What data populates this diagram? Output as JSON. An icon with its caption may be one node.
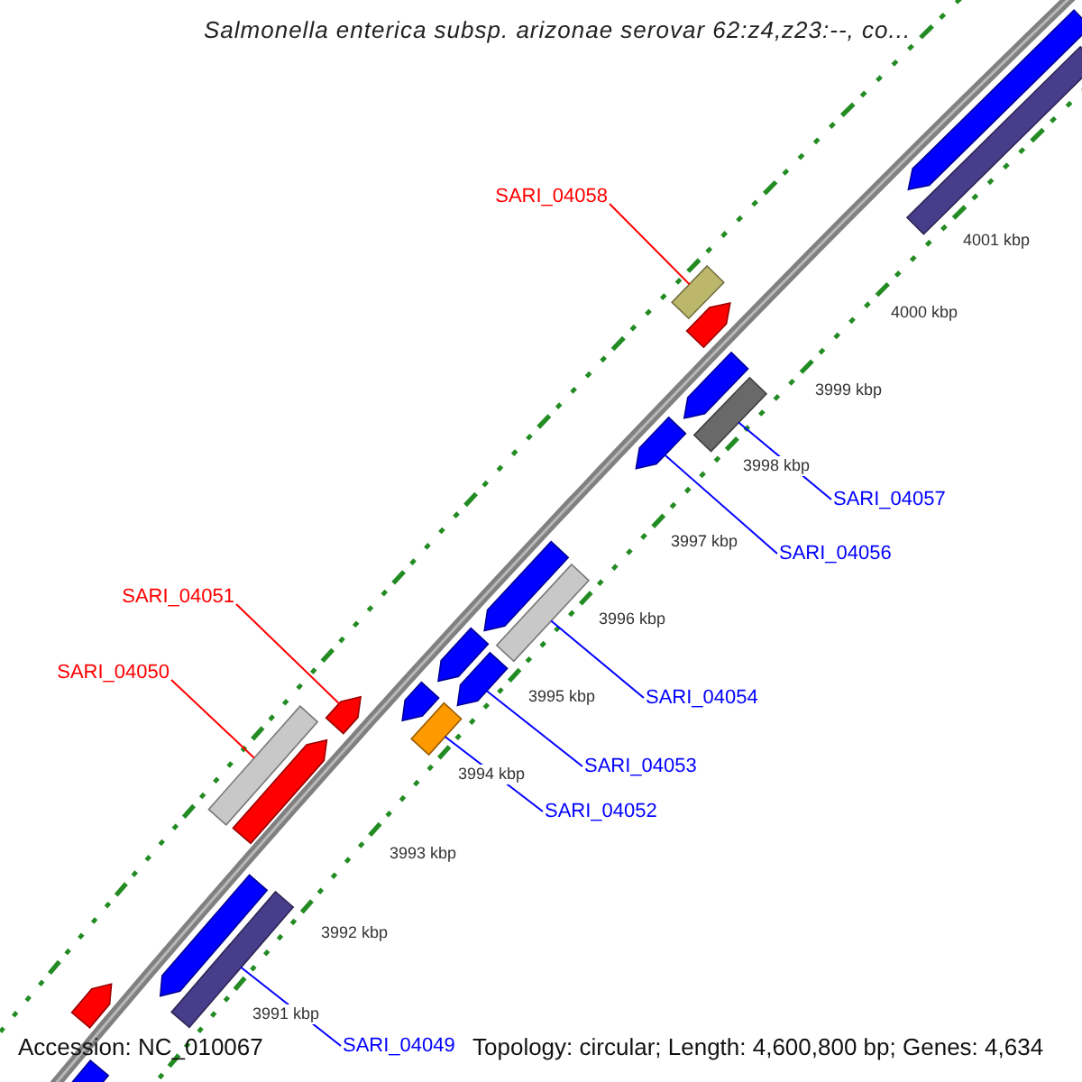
{
  "diagram": {
    "title": "Salmonella enterica subsp. arizonae serovar 62:z4,z23:--, co...",
    "nodes": [
      {
        "text": [
          "SARI_04058"
        ]
      },
      {
        "text": [
          "SARI_04057"
        ]
      },
      {
        "text": [
          "SARI_04056"
        ]
      },
      {
        "text": [
          "SARI_04051"
        ]
      },
      {
        "text": [
          "SARI_04050"
        ]
      },
      {
        "text": [
          "SARI_04054"
        ]
      },
      {
        "text": [
          "SARI_04053"
        ]
      },
      {
        "text": [
          "SARI_04052"
        ]
      },
      {
        "text": [
          "SARI_04049"
        ]
      },
      {
        "text": [],
        "shape": "arrow"
      },
      {
        "text": [],
        "shape": "box"
      },
      {
        "text": [],
        "shape": "box"
      },
      {
        "text": [],
        "shape": "arrow"
      },
      {
        "text": [],
        "shape": "arrow"
      },
      {
        "text": [],
        "shape": "box"
      },
      {
        "text": [],
        "shape": "arrow"
      },
      {
        "text": [],
        "shape": "arrow"
      },
      {
        "text": [],
        "shape": "box"
      },
      {
        "text": [],
        "shape": "arrow"
      },
      {
        "text": [],
        "shape": "arrow"
      },
      {
        "text": [],
        "shape": "arrow"
      },
      {
        "text": [],
        "shape": "arrow"
      },
      {
        "text": [],
        "shape": "box"
      },
      {
        "text": [],
        "shape": "box"
      },
      {
        "text": [],
        "shape": "arrow"
      },
      {
        "text": [],
        "shape": "arrow"
      },
      {
        "text": [],
        "shape": "box"
      },
      {
        "text": [],
        "shape": "arrow"
      },
      {
        "text": [],
        "shape": "arrow"
      }
    ],
    "edges": [
      {
        "from": 0,
        "to": 11,
        "arrow": "none",
        "color": "#ff0000"
      },
      {
        "from": 1,
        "to": 14,
        "arrow": "none"
      },
      {
        "from": 2,
        "to": 15,
        "arrow": "none"
      },
      {
        "from": 3,
        "to": 21,
        "arrow": "none",
        "color": "#ff0000"
      },
      {
        "from": 4,
        "to": 22,
        "arrow": "none",
        "color": "#ff0000"
      },
      {
        "from": 5,
        "to": 17,
        "arrow": "none"
      },
      {
        "from": 6,
        "to": 19,
        "arrow": "none"
      },
      {
        "from": 7,
        "to": 23,
        "arrow": "none"
      },
      {
        "from": 8,
        "to": 26,
        "arrow": "none"
      }
    ],
    "labels": [
      "4001 kbp",
      "4000 kbp",
      "3999 kbp",
      "3998 kbp",
      "3997 kbp",
      "3996 kbp",
      "3995 kbp",
      "3994 kbp",
      "3993 kbp",
      "3992 kbp",
      "3991 kbp",
      "Accession: NC_010067",
      "Topology: circular; Length: 4,600,800 bp; Genes: 4,634"
    ]
  }
}
